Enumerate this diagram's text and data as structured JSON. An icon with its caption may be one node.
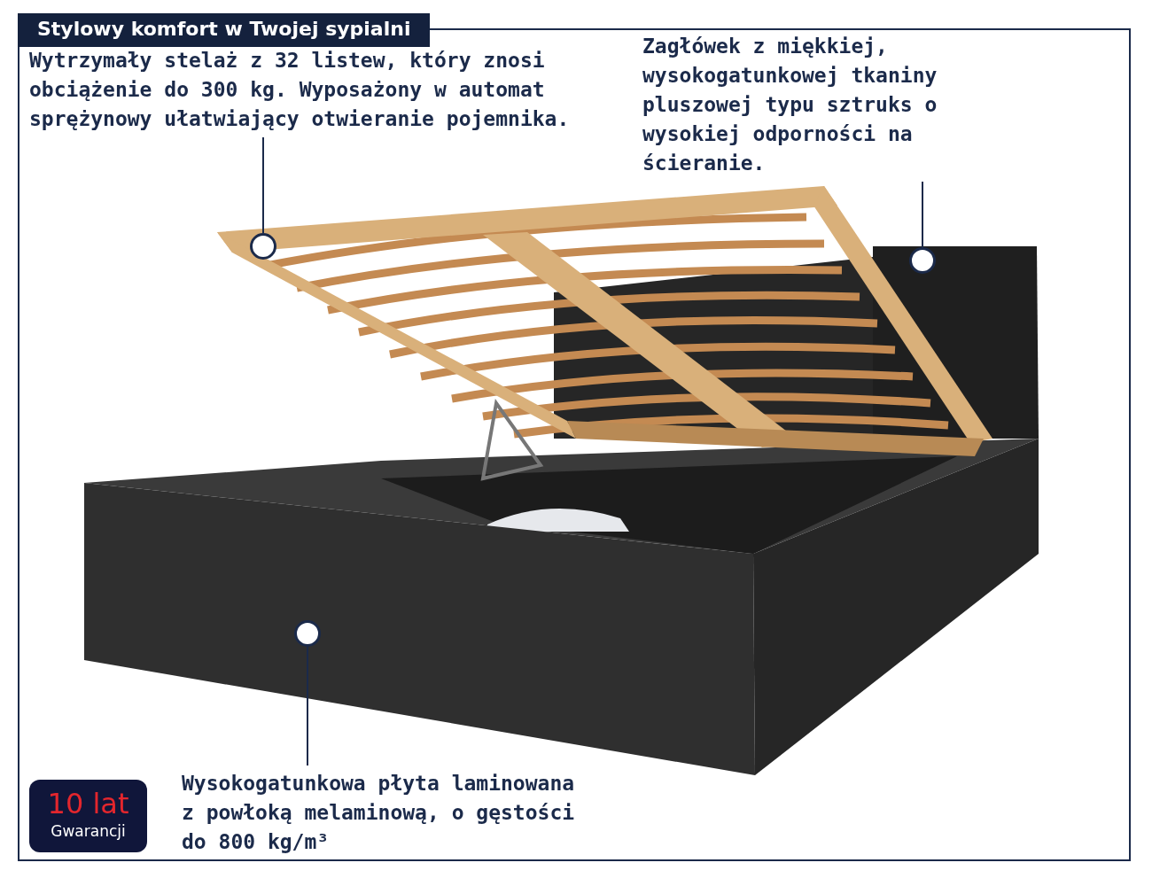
{
  "diagram": {
    "title": "Stylowy komfort w Twojej sypialni",
    "nodes": [
      {
        "text": [
          "Wytrzymały stelaż z 32 listew, który znosi obciążenie do 300 kg. Wyposażony w automat sprężynowy ułatwiający otwieranie pojemnika."
        ]
      },
      {
        "text": [],
        "shape": "circle"
      },
      {
        "text": [
          "Zagłówek z miękkiej, wysokogatunkowej tkaniny pluszowej typu sztruks o wysokiej odporności na ścieranie."
        ]
      },
      {
        "text": [],
        "shape": "circle"
      },
      {
        "text": [],
        "shape": "circle"
      },
      {
        "text": [
          "Wysokogatunkowa płyta laminowana z powłoką melaminową, o gęstości do 800 kg/m³"
        ]
      },
      {
        "text": [
          "10 lat",
          "Gwarancji"
        ]
      }
    ],
    "edges": [
      {
        "from": 0,
        "to": 1,
        "arrow": "none"
      },
      {
        "from": 2,
        "to": 3,
        "arrow": "none"
      },
      {
        "from": 5,
        "to": 4,
        "arrow": "none"
      }
    ]
  }
}
